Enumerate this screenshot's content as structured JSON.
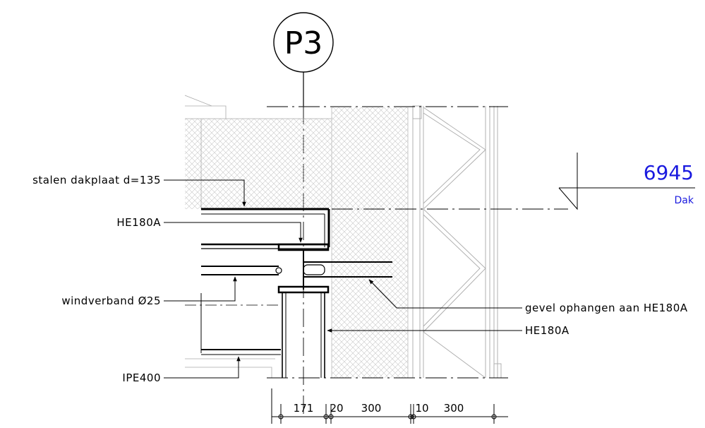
{
  "gridline": {
    "label": "P3"
  },
  "annotations": {
    "dakplaat": "stalen dakplaat d=135",
    "he180a_top": "HE180A",
    "windverband": "windverband Ø25",
    "ipe400": "IPE400",
    "gevel_ophangen": "gevel ophangen aan HE180A",
    "he180a_right": "HE180A"
  },
  "level": {
    "value": "6945",
    "name": "Dak",
    "color": "#1a1adf"
  },
  "dimensions": [
    "171",
    "20",
    "300",
    "10",
    "300"
  ]
}
